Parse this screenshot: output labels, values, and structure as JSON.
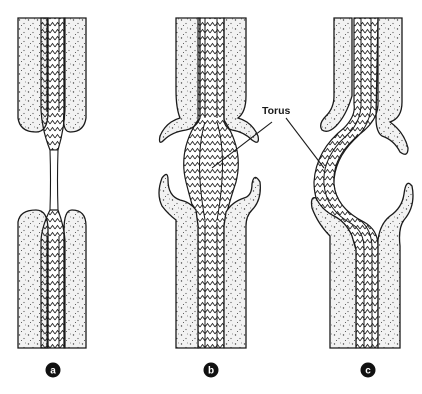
{
  "figure": {
    "callout_label": "Torus",
    "panel_labels": [
      "a",
      "b",
      "c"
    ]
  },
  "colors": {
    "ink": "#1a1a1a",
    "tissue_fill": "#f2f2f2",
    "background": "#ffffff",
    "badge_fill": "#111111",
    "badge_text": "#ffffff"
  }
}
